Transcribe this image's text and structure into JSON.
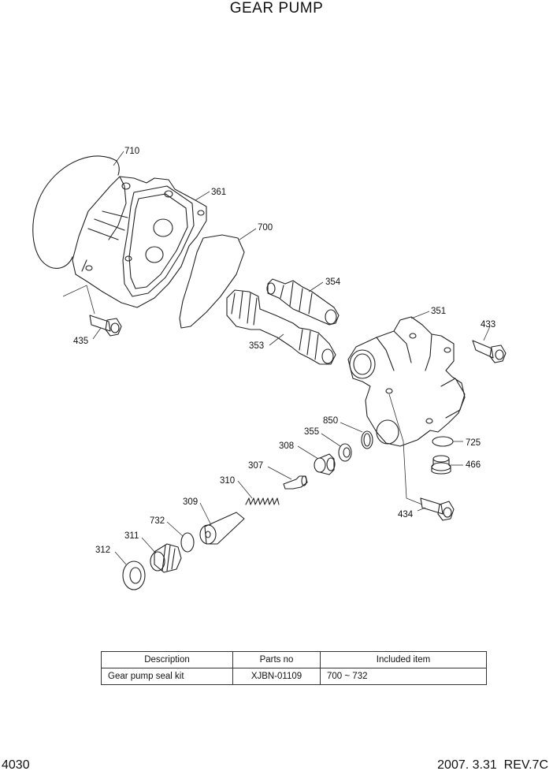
{
  "title": "GEAR PUMP",
  "callouts": {
    "c710": "710",
    "c361": "361",
    "c700": "700",
    "c354": "354",
    "c351": "351",
    "c433": "433",
    "c435": "435",
    "c353": "353",
    "c850": "850",
    "c355": "355",
    "c308": "308",
    "c725": "725",
    "c466": "466",
    "c307": "307",
    "c310": "310",
    "c309": "309",
    "c434": "434",
    "c732": "732",
    "c311": "311",
    "c312": "312"
  },
  "kit_table": {
    "headers": [
      "Description",
      "Parts no",
      "Included item"
    ],
    "rows": [
      [
        "Gear pump seal kit",
        "XJBN-01109",
        "700 ~ 732"
      ]
    ]
  },
  "footer": {
    "page_number": "4030",
    "revision": "2007. 3.31  REV.7C"
  }
}
